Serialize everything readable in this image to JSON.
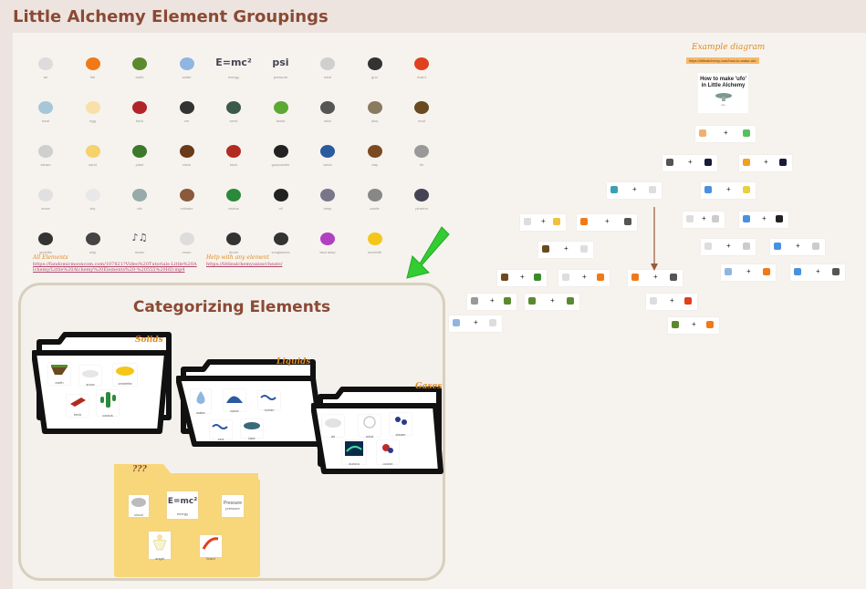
{
  "board": {
    "title": "Little Alchemy Element Groupings"
  },
  "palette": [
    {
      "label": "air",
      "icon": "cloud-icon",
      "color": "#dcdcdc"
    },
    {
      "label": "fire",
      "icon": "fire-icon",
      "color": "#f07a18"
    },
    {
      "label": "earth",
      "icon": "earth-icon",
      "color": "#5b8a2e"
    },
    {
      "label": "water",
      "icon": "water-drop-icon",
      "color": "#8fb6e0"
    },
    {
      "label": "energy",
      "text": "E=mc²",
      "icon": "energy-icon",
      "color": "#445"
    },
    {
      "label": "pressure",
      "text": "psi",
      "icon": "pressure-icon",
      "color": "#556"
    },
    {
      "label": "wind",
      "icon": "wind-icon",
      "color": "#cfcfcf"
    },
    {
      "label": "gun",
      "icon": "gun-icon",
      "color": "#333"
    },
    {
      "label": "lizard",
      "icon": "lizard-icon",
      "color": "#e0401e"
    },
    {
      "label": "bowl",
      "icon": "bowl-icon",
      "color": "#a7c7d8"
    },
    {
      "label": "egg",
      "icon": "egg-icon",
      "color": "#f8e0a8"
    },
    {
      "label": "brick",
      "icon": "barn-icon",
      "color": "#b3242a"
    },
    {
      "label": "ore",
      "icon": "ore-icon",
      "color": "#333"
    },
    {
      "label": "seed",
      "icon": "seed-icon",
      "color": "#3c5a4a"
    },
    {
      "label": "lizard",
      "icon": "lizard-icon",
      "color": "#5ba832"
    },
    {
      "label": "stick",
      "icon": "stick-icon",
      "color": "#555"
    },
    {
      "label": "dust",
      "icon": "dust-icon",
      "color": "#8a7a60"
    },
    {
      "label": "mud",
      "icon": "mud-icon",
      "color": "#6a4a20"
    },
    {
      "label": "steam",
      "icon": "steam-icon",
      "color": "#cfcfcf"
    },
    {
      "label": "sand",
      "icon": "sand-icon",
      "color": "#f5d26a"
    },
    {
      "label": "plant",
      "icon": "plant-icon",
      "color": "#3a7a2a"
    },
    {
      "label": "clock",
      "icon": "clock-icon",
      "color": "#6a3a1a"
    },
    {
      "label": "brick",
      "icon": "brick-icon",
      "color": "#b32a20"
    },
    {
      "label": "gunpowder",
      "icon": "gunpowder-icon",
      "color": "#222"
    },
    {
      "label": "wave",
      "icon": "wave-icon",
      "color": "#2a5aa0"
    },
    {
      "label": "clay",
      "icon": "clay-icon",
      "color": "#7a4a20"
    },
    {
      "label": "tin",
      "icon": "can-icon",
      "color": "#999"
    },
    {
      "label": "snow",
      "icon": "snow-icon",
      "color": "#e0e0e0"
    },
    {
      "label": "sky",
      "icon": "sky-icon",
      "color": "#e8e8e8"
    },
    {
      "label": "ufo",
      "icon": "ufo-icon",
      "color": "#9aa"
    },
    {
      "label": "volcano",
      "icon": "volcano-icon",
      "color": "#8a5a3a"
    },
    {
      "label": "cactus",
      "icon": "cactus-icon",
      "color": "#2a8a3a"
    },
    {
      "label": "oil",
      "icon": "bottle-icon",
      "color": "#222"
    },
    {
      "label": "lamp",
      "icon": "lamp-icon",
      "color": "#778"
    },
    {
      "label": "castle",
      "icon": "castle-icon",
      "color": "#888"
    },
    {
      "label": "piranha",
      "icon": "fish-icon",
      "color": "#445"
    },
    {
      "label": "godzilla",
      "icon": "dinosaur-icon",
      "color": "#333"
    },
    {
      "label": "ship",
      "icon": "ship-icon",
      "color": "#444"
    },
    {
      "label": "music",
      "text": "♪♫",
      "icon": "music-icon",
      "color": "#222"
    },
    {
      "label": "moon",
      "icon": "moon-icon",
      "color": "#ddd"
    },
    {
      "label": "drone",
      "icon": "drone-icon",
      "color": "#333"
    },
    {
      "label": "sunglasses",
      "icon": "sunglasses-icon",
      "color": "#333"
    },
    {
      "label": "lava lamp",
      "icon": "lava-lamp-icon",
      "color": "#b040c0"
    },
    {
      "label": "omelette",
      "icon": "omelette-icon",
      "color": "#f5c61a"
    }
  ],
  "links": {
    "all_elements_heading": "All Elements",
    "all_elements_url": "https://fandomicmooncom.com/107821?Video%20Tutorials-Little%20Alchemy/Little%20Alchemy%20Elements%20-%20555%20HD.mp4",
    "help_heading": "Help with any element",
    "help_url": "https://littlealchemyaxiss/cheats/"
  },
  "categorizing": {
    "title": "Categorizing Elements",
    "folders": [
      {
        "name": "Solids",
        "items": [
          "earth",
          "snow",
          "omelette",
          "brick",
          "cactus"
        ]
      },
      {
        "name": "Liquids",
        "items": [
          "water",
          "wave",
          "ocean",
          "sea",
          "lake"
        ]
      },
      {
        "name": "Gases",
        "items": [
          "air",
          "wind",
          "steam",
          "aurora",
          "ozone"
        ]
      }
    ],
    "unknown": {
      "name": "???",
      "items": [
        "cloud",
        "energy",
        "pressure",
        "angel",
        "lizard"
      ],
      "energy_text": "E=mc²",
      "pressure_text": "Pressure"
    }
  },
  "diagram": {
    "title": "Example diagram",
    "url": "https://littlealchemy.com/how-to-make-ufo",
    "card_line1": "How to make 'ufo'",
    "card_line2": "in Little Alchemy",
    "card_item": "ufo"
  },
  "colors": {
    "accent": "#8a4a35",
    "orange": "#e08a1e",
    "arrow": "#33cc33",
    "folder_yellow": "#f8d67a"
  }
}
